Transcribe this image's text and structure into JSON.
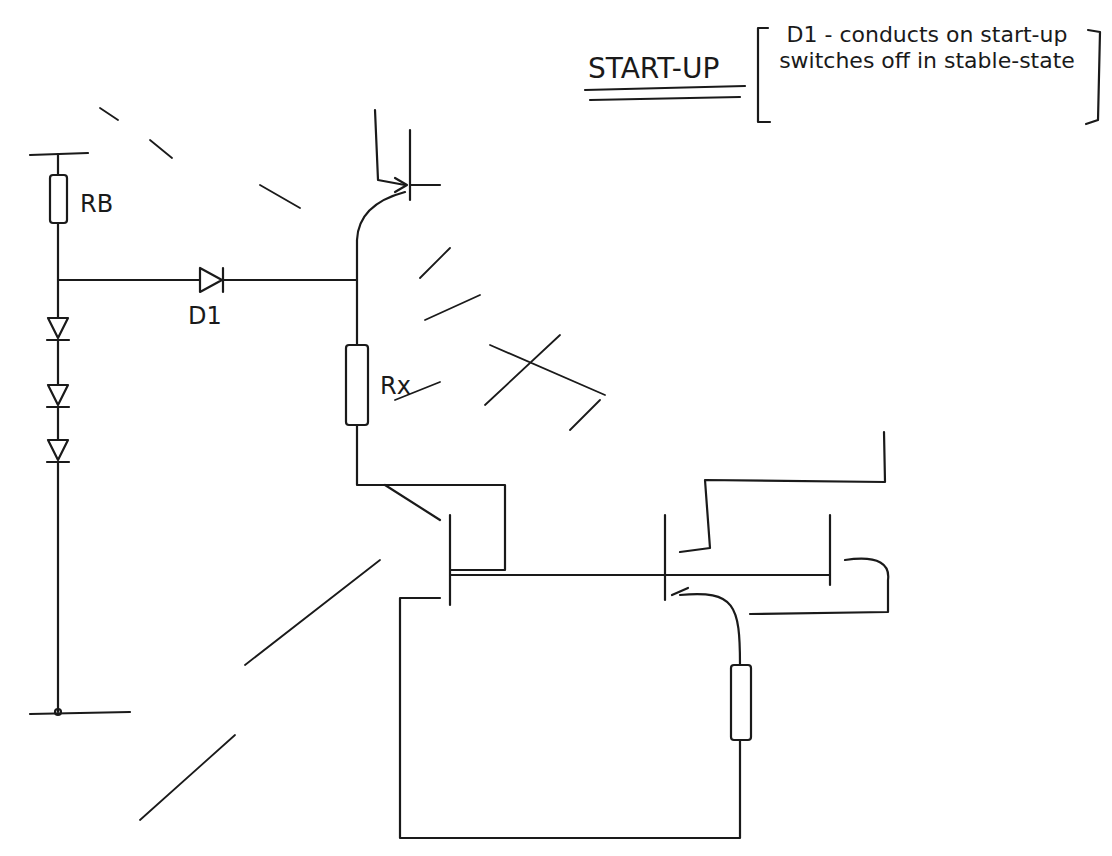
{
  "diagram": {
    "labels": [
      "D1 - conducts on start-up switches off in stable-state",
      "RB",
      "D1",
      "START-UP",
      "Rx"
    ]
  }
}
